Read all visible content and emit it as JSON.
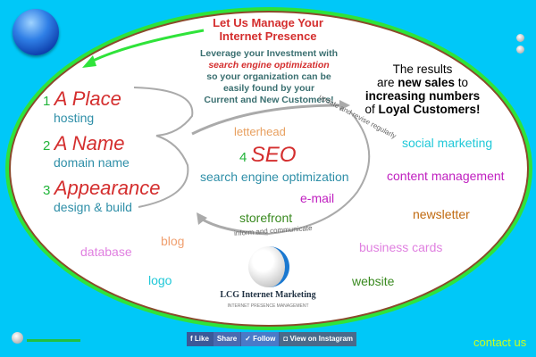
{
  "header": {
    "title_line1": "Let Us Manage Your",
    "title_line2": "Internet Presence"
  },
  "intro": {
    "line1": "Leverage your Investment with",
    "line2": "search engine optimization",
    "line3": "so your organization can be",
    "line4": "easily found by your",
    "line5": "Current and New Customers!"
  },
  "results": {
    "line1": "The results",
    "line2a": "are ",
    "line2b": "new sales",
    "line2c": " to",
    "line3": "increasing numbers",
    "line4a": "of ",
    "line4b": "Loyal Customers!"
  },
  "steps": [
    {
      "num": "1",
      "title": "A Place",
      "sub": "hosting"
    },
    {
      "num": "2",
      "title": "A Name",
      "sub": "domain name"
    },
    {
      "num": "3",
      "title": "Appearance",
      "sub": "design & build"
    },
    {
      "num": "4",
      "title": "SEO",
      "sub": "search engine optimization"
    }
  ],
  "cycle": {
    "top": "update and revise regularly",
    "bottom": "inform and communicate"
  },
  "services": {
    "letterhead": "letterhead",
    "email": "e-mail",
    "storefront": "storefront",
    "social": "social marketing",
    "content": "content management",
    "newsletter": "newsletter",
    "cards": "business cards",
    "website": "website",
    "database": "database",
    "blog": "blog",
    "logo": "logo"
  },
  "logo": {
    "name": "LCG Internet Marketing",
    "tagline": "INTERNET PRESENCE MANAGEMENT"
  },
  "social": {
    "like": "Like",
    "share": "Share",
    "follow": "Follow",
    "instagram": "View on Instagram"
  },
  "footer": {
    "contact": "contact us"
  },
  "colors": {
    "background": "#00c8f8",
    "ring": "#2fe33a",
    "accent": "#d42e2e",
    "teal": "#2f8fa8"
  }
}
